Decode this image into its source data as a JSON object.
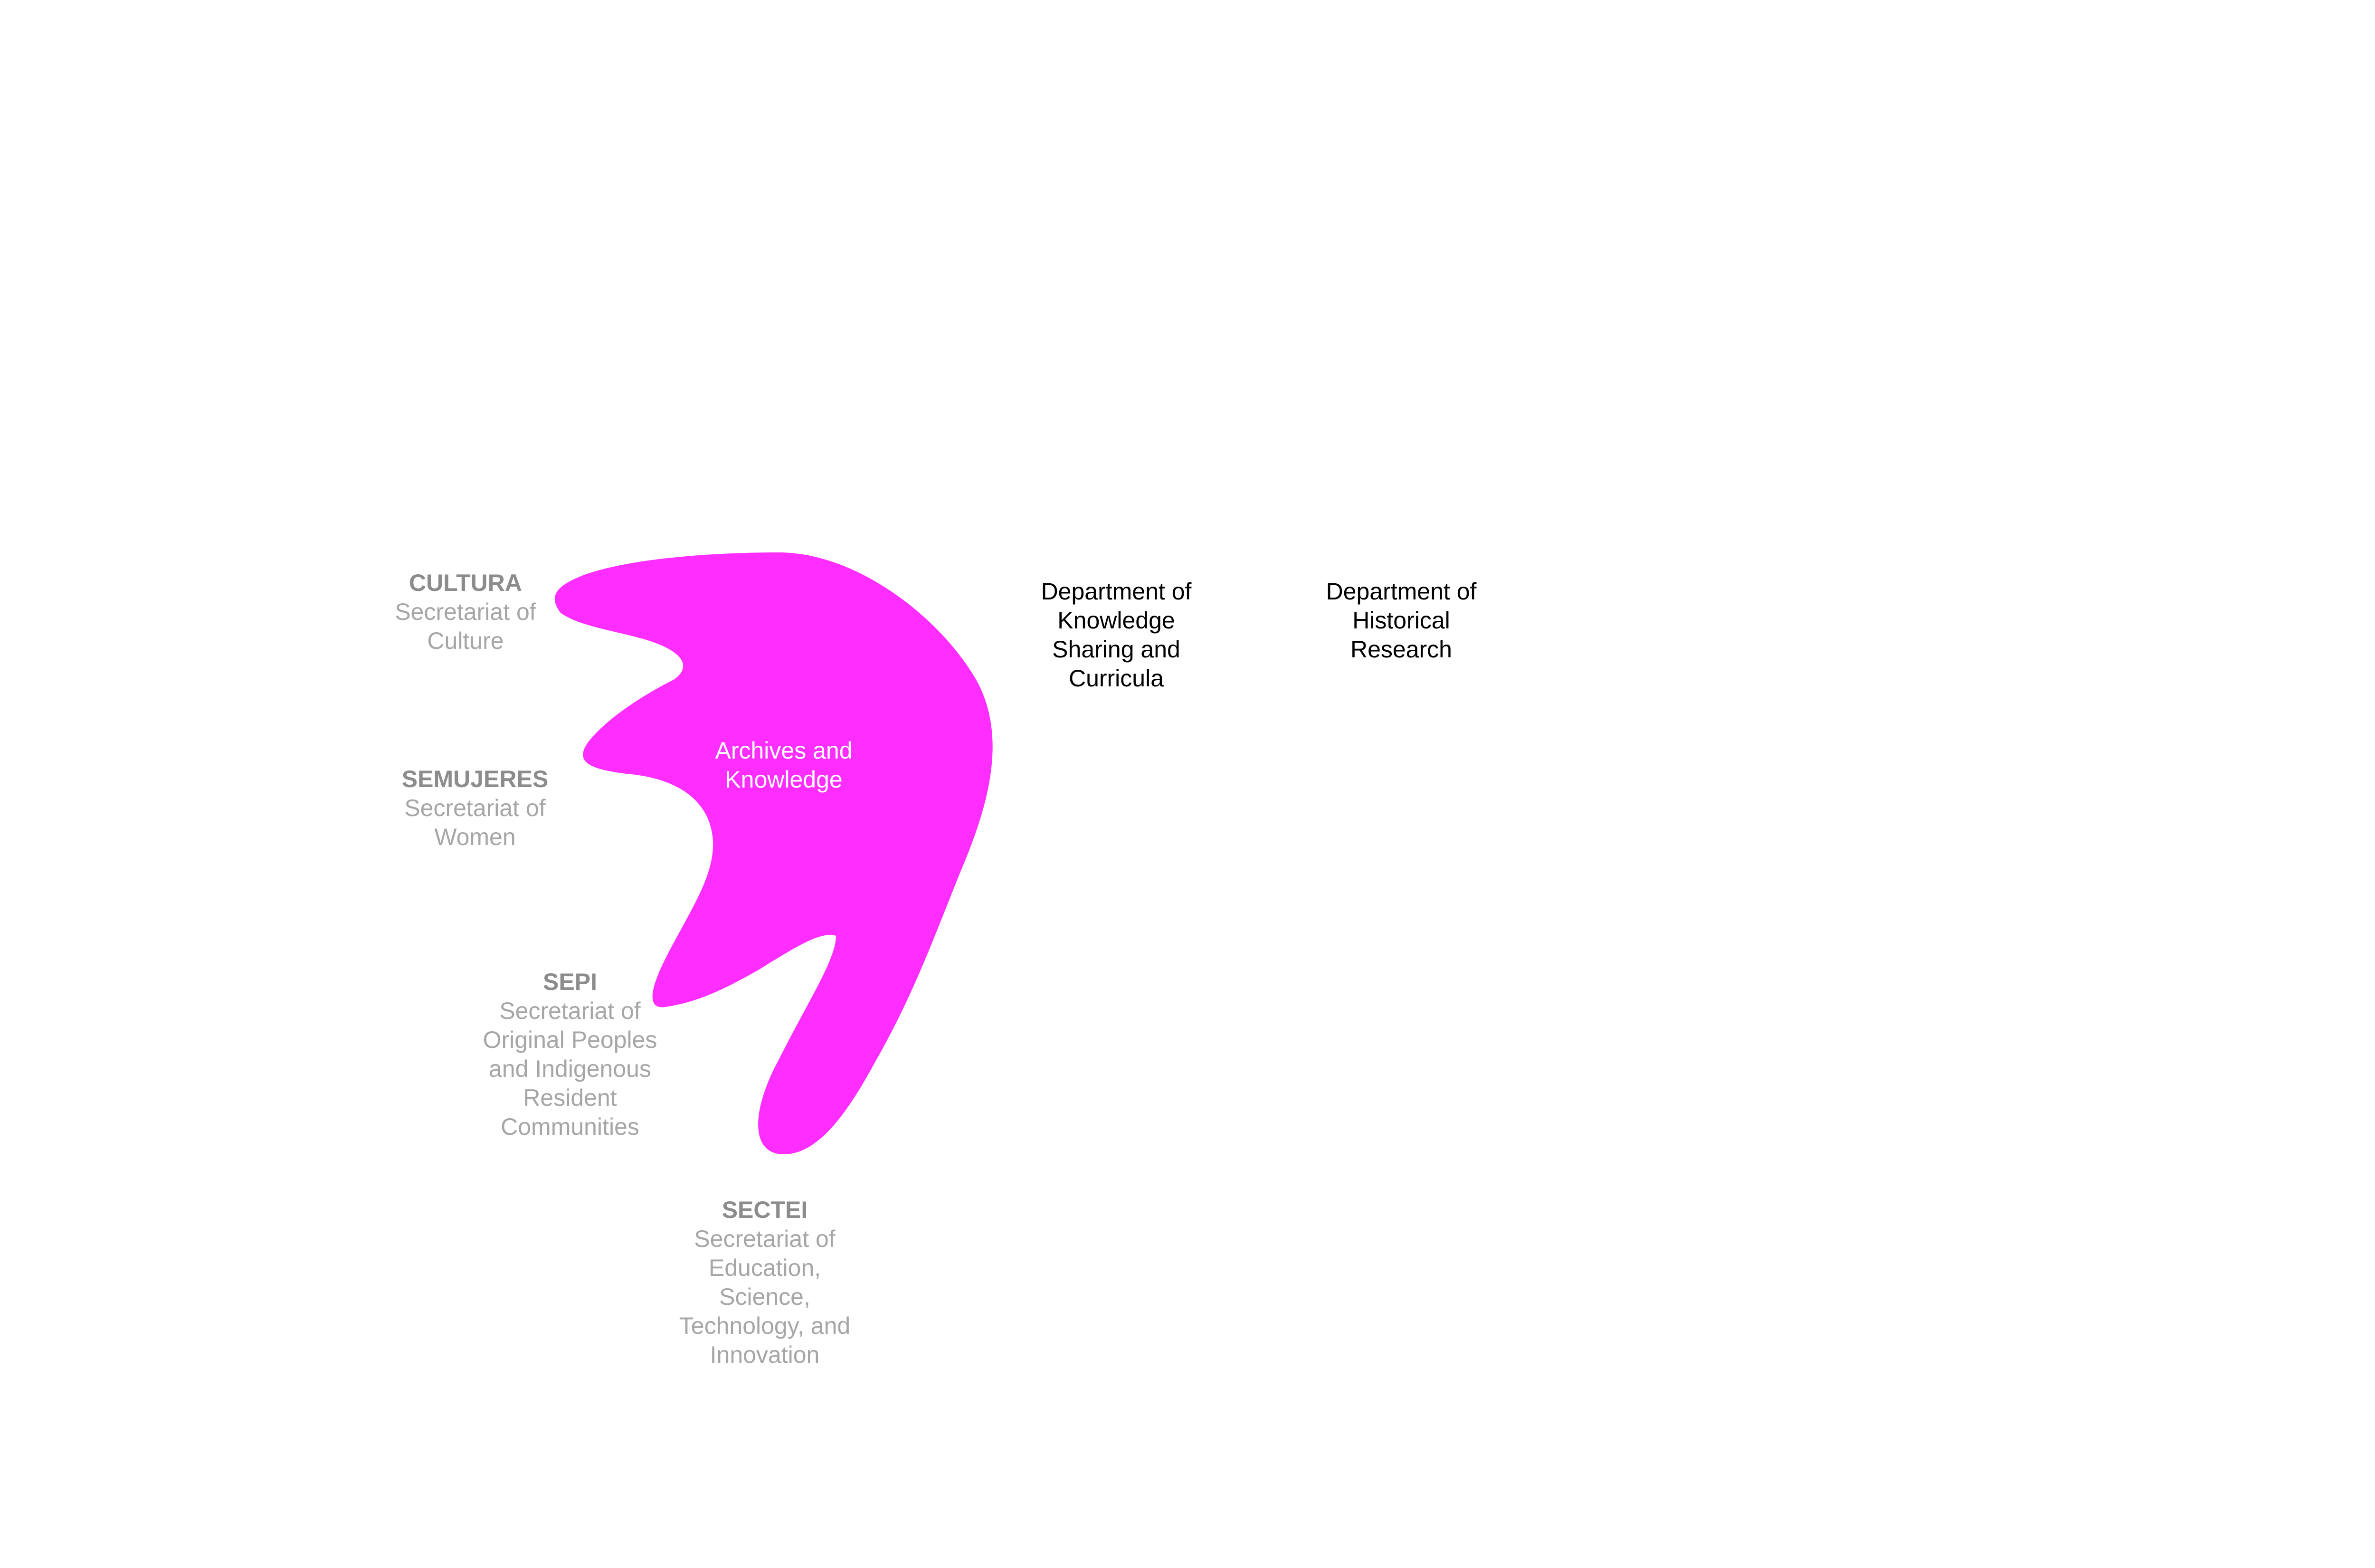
{
  "colors": {
    "blob": "#ff2dff",
    "secretariat_code": "#8c8c8c",
    "secretariat_desc": "#a6a6a6",
    "department_text": "#000000",
    "blob_text": "#ffffff"
  },
  "blob": {
    "label": "Archives and\nKnowledge"
  },
  "secretariats": [
    {
      "code": "CULTURA",
      "desc": "Secretariat of\nCulture"
    },
    {
      "code": "SEMUJERES",
      "desc": "Secretariat of\nWomen"
    },
    {
      "code": "SEPI",
      "desc": "Secretariat of\nOriginal Peoples\nand Indigenous\nResident\nCommunities"
    },
    {
      "code": "SECTEI",
      "desc": "Secretariat of\nEducation,\nScience,\nTechnology, and\nInnovation"
    }
  ],
  "departments": [
    {
      "label": "Department of\nKnowledge\nSharing and\nCurricula"
    },
    {
      "label": "Department of\nHistorical\nResearch"
    }
  ]
}
